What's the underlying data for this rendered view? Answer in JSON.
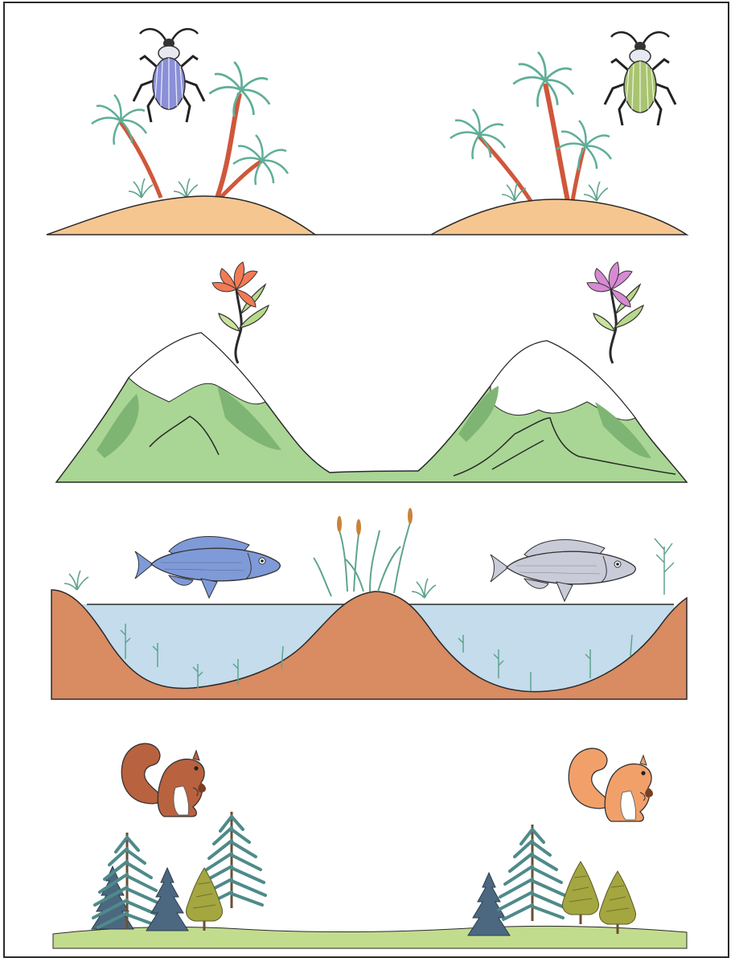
{
  "colors": {
    "sand": "#f6c690",
    "palm_trunk": "#d0573b",
    "palm_leaf": "#5fae98",
    "beetle_blue": "#8a8fd8",
    "beetle_green": "#a8c470",
    "mountain_green": "#a9d694",
    "mountain_dark": "#7fb574",
    "snow": "#ffffff",
    "flower_orange": "#f27b56",
    "flower_pink": "#d78ad3",
    "earth": "#d98b62",
    "water": "#c4dcec",
    "fish_blue": "#7f9ad8",
    "fish_body": "#d9e99a",
    "fish_grey": "#c9cbd8",
    "squirrel_red": "#b9623f",
    "squirrel_orange": "#f2a06a",
    "spruce": "#4f6f86",
    "pine_olive": "#9ea04a",
    "grass": "#c2dc8e"
  },
  "panels": [
    {
      "id": "islands",
      "icons": [
        "beetle-blue-icon",
        "beetle-green-icon",
        "palm-tree-icon"
      ]
    },
    {
      "id": "mountains",
      "icons": [
        "flower-orange-icon",
        "flower-pink-icon",
        "mountain-icon"
      ]
    },
    {
      "id": "lakes",
      "icons": [
        "fish-blue-icon",
        "fish-yellow-icon",
        "reed-icon",
        "water-plant-icon"
      ]
    },
    {
      "id": "forest",
      "icons": [
        "squirrel-dark-icon",
        "squirrel-light-icon",
        "spruce-tree-icon",
        "pine-tree-icon"
      ]
    }
  ]
}
